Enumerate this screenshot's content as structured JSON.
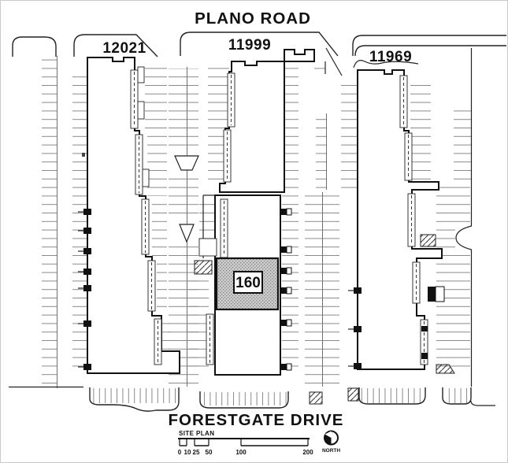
{
  "streets": {
    "top": "PLANO ROAD",
    "bottom": "FORESTGATE DRIVE"
  },
  "buildings": [
    {
      "label": "12021"
    },
    {
      "label": "11999"
    },
    {
      "label": "11969"
    }
  ],
  "suite": {
    "label": "160"
  },
  "scale_bar": {
    "title": "SITE PLAN",
    "ticks": [
      "0",
      "10",
      "25",
      "50",
      "100",
      "200"
    ]
  },
  "compass": {
    "label": "NORTH"
  },
  "colors": {
    "ink": "#111111",
    "parking_tick": "#8a8a8a",
    "suite_fill": "#c9c9c9"
  }
}
